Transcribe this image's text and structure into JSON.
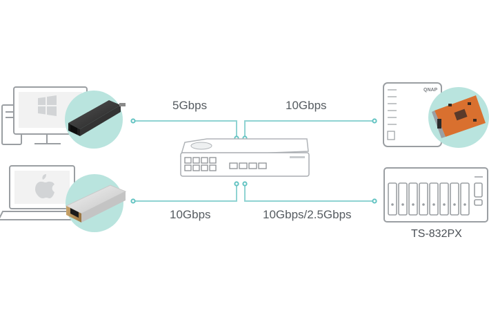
{
  "links": {
    "pc_speed": "5Gbps",
    "nas_top_speed": "10Gbps",
    "mac_speed": "10Gbps",
    "nas_bottom_speed": "10Gbps/2.5Gbps"
  },
  "devices": {
    "nas_bottom_model": "TS-832PX",
    "nas_top_brand": "QNAP"
  },
  "colors": {
    "link_line": "#8fd3d2",
    "connector_dot": "#62c3c2",
    "circle_fill": "#b9e4de",
    "device_outline": "#9a9ea2"
  },
  "icons": [
    "windows-pc-icon",
    "windows-logo-icon",
    "usb-ethernet-adapter-icon",
    "mac-laptop-icon",
    "apple-logo-icon",
    "thunderbolt-sfp-adapter-icon",
    "network-switch-icon",
    "qnap-nas-tower-icon",
    "pcie-network-card-icon",
    "nas-8bay-icon"
  ]
}
